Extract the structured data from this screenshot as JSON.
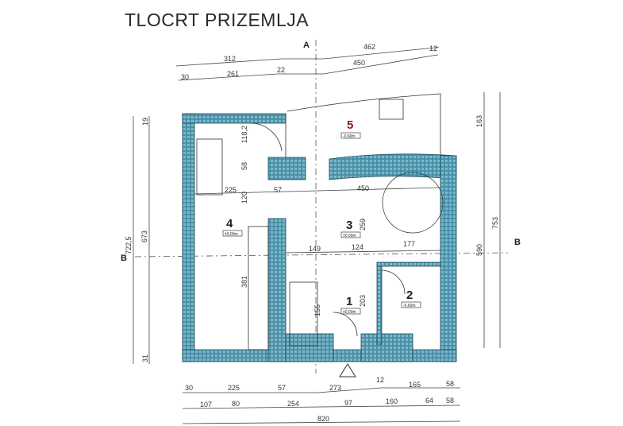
{
  "title": "TLOCRT PRIZEMLJA",
  "section_marks": {
    "a": "A",
    "b_left": "B",
    "b_right": "B"
  },
  "top_dims": {
    "row1": [
      "312",
      "462",
      "12"
    ],
    "row2": [
      "30",
      "261",
      "22",
      "450"
    ]
  },
  "bottom_dims": {
    "row1": [
      "30",
      "225",
      "57",
      "273",
      "12",
      "165",
      "58"
    ],
    "row2": [
      "107",
      "80",
      "254",
      "97",
      "160",
      "64",
      "58"
    ],
    "total": "820"
  },
  "left_dims": {
    "outer": "722,5",
    "inner": "673",
    "top": "19",
    "bottom": "31"
  },
  "right_dims": {
    "top": "163",
    "middle": "590",
    "total": "753"
  },
  "interior_dims": {
    "d118": "118,2",
    "d58": "58",
    "d225": "225",
    "d57": "57",
    "d120": "120",
    "d381": "381",
    "d149": "149",
    "d124": "124",
    "d177": "177",
    "d259": "259",
    "d203": "203",
    "d155": "155",
    "d450": "450"
  },
  "rooms": [
    {
      "number": "4",
      "level": "±0,00m"
    },
    {
      "number": "3",
      "level": "±0,00m"
    },
    {
      "number": "5",
      "level": "-0,60m"
    },
    {
      "number": "1",
      "level": "±0,00m"
    },
    {
      "number": "2",
      "level": "-0,60m"
    }
  ],
  "colors": {
    "wall": "#3f8ca6",
    "room5_number": "#8b1a1a"
  }
}
